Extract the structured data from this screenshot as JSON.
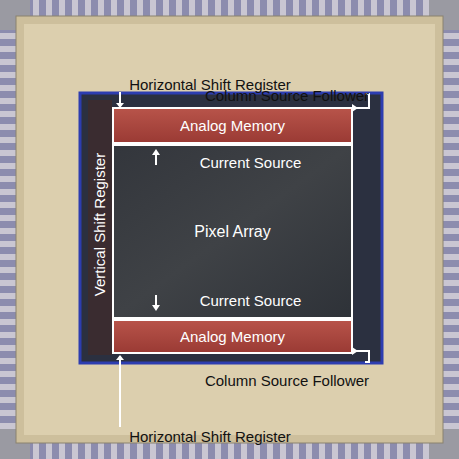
{
  "diagram": {
    "nodes": [
      {
        "text": [
          "Analog Memory"
        ]
      },
      {
        "text": [
          "Current Source",
          "Pixel Array",
          "Current Source"
        ]
      },
      {
        "text": [
          "Analog Memory"
        ]
      }
    ],
    "labels": [
      "Horizontal Shift Register",
      "Column Source Follower",
      "Vertical Shift Register",
      "Column Source Follower",
      "Horizontal Shift Register"
    ]
  }
}
